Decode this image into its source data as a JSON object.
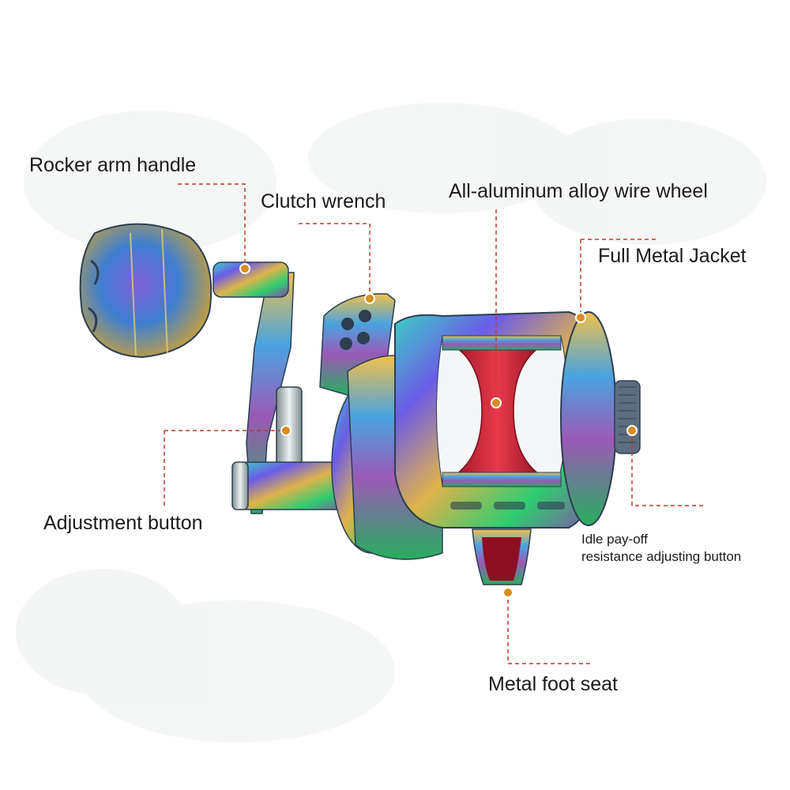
{
  "labels": {
    "rocker_arm_handle": "Rocker arm handle",
    "clutch_wrench": "Clutch wrench",
    "wire_wheel": "All-aluminum alloy wire wheel",
    "full_metal_jacket": "Full Metal Jacket",
    "adjustment_button": "Adjustment button",
    "idle_payoff_line1": "Idle pay-off",
    "idle_payoff_line2": "resistance adjusting button",
    "metal_foot_seat": "Metal foot seat"
  },
  "colors": {
    "leader_line": "#c0392b",
    "marker": "#d98c1f",
    "spool": "#c81e32"
  }
}
